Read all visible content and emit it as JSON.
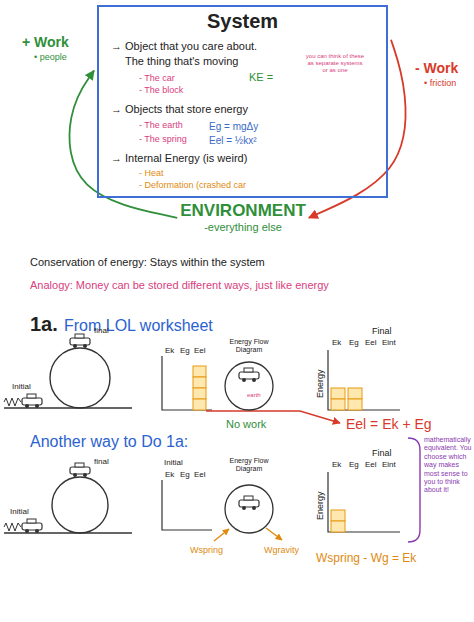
{
  "diagram": {
    "nodes": [
      {
        "text": [
          "System",
          "→ Object that you care about.",
          "The thing that's moving",
          "- The car",
          "- The block",
          "KE =",
          "you can think of these as separate systems or as one",
          "→ Objects that store energy",
          "- The earth",
          "- The spring",
          "Eg = mgΔy",
          "Eel = ½kx²",
          "→ Internal Energy (is weird)",
          "- Heat",
          "- Deformation (crashed car"
        ]
      },
      {
        "text": [
          "ENVIRONMENT",
          "-everything else"
        ]
      },
      {
        "text": [
          "Energy Flow Diagram",
          "earth"
        ]
      },
      {
        "text": [
          "Energy Flow Diagram"
        ]
      }
    ],
    "edges": [
      {
        "from": 1,
        "to": 0,
        "arrow": "to"
      },
      {
        "from": 0,
        "to": 1,
        "arrow": "to"
      }
    ],
    "labels": [
      "+ Work",
      "• people",
      "- Work",
      "• friction",
      "Conservation of energy: Stays within the system",
      "Analogy: Money can be stored different ways, just like energy",
      "1a.",
      "From LOL worksheet",
      "Initial",
      "final",
      "Ek",
      "Eg",
      "Eel",
      "No work",
      "Final",
      "Ek",
      "Eg",
      "Eel",
      "Eint",
      "Energy",
      "Eel = Ek + Eg",
      "Another way to Do 1a:",
      "Initial",
      "final",
      "Initial",
      "Ek",
      "Eg",
      "Eel",
      "Wspring",
      "Wgravity",
      "Final",
      "Ek",
      "Eg",
      "Eel",
      "Eint",
      "Energy",
      "Wspring - Wg = Ek",
      "mathematically equivalent. You choose which way makes most sense to you to think about it!"
    ]
  }
}
